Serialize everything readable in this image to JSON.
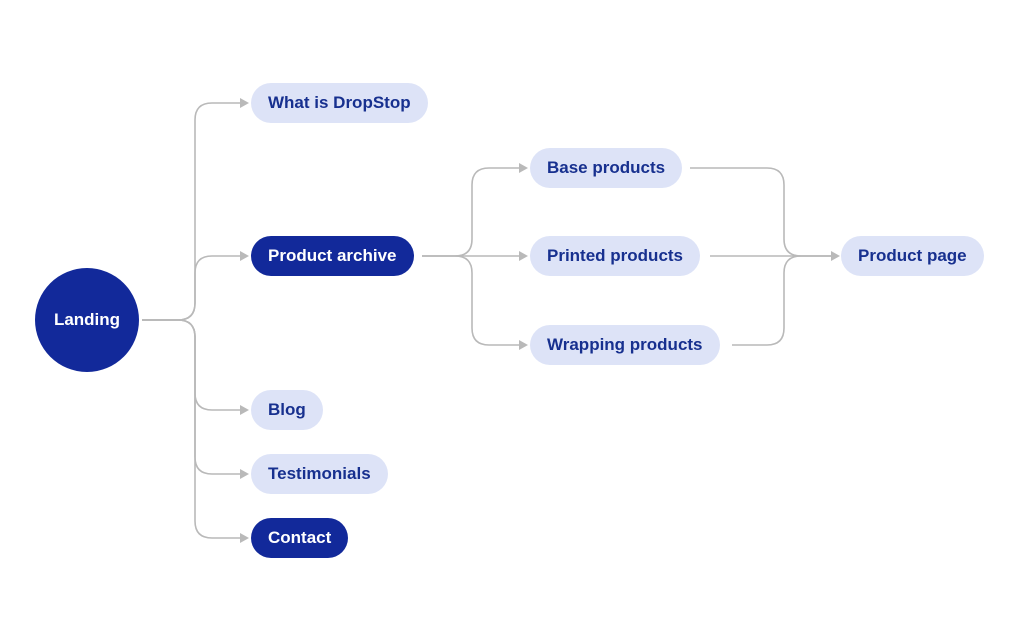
{
  "colors": {
    "dark_node": "#12299a",
    "light_node": "#dde3f7",
    "light_text": "#17308f",
    "connector": "#b9b9b9",
    "background": "#ffffff"
  },
  "nodes": {
    "landing": "Landing",
    "what_is": "What is DropStop",
    "product_archive": "Product archive",
    "blog": "Blog",
    "testimonials": "Testimonials",
    "contact": "Contact",
    "base_products": "Base products",
    "printed_products": "Printed products",
    "wrapping_products": "Wrapping products",
    "product_page": "Product page"
  },
  "edges": [
    {
      "from": "landing",
      "to": "what_is"
    },
    {
      "from": "landing",
      "to": "product_archive"
    },
    {
      "from": "landing",
      "to": "blog"
    },
    {
      "from": "landing",
      "to": "testimonials"
    },
    {
      "from": "landing",
      "to": "contact"
    },
    {
      "from": "product_archive",
      "to": "base_products"
    },
    {
      "from": "product_archive",
      "to": "printed_products"
    },
    {
      "from": "product_archive",
      "to": "wrapping_products"
    },
    {
      "from": "base_products",
      "to": "product_page"
    },
    {
      "from": "printed_products",
      "to": "product_page"
    },
    {
      "from": "wrapping_products",
      "to": "product_page"
    }
  ]
}
